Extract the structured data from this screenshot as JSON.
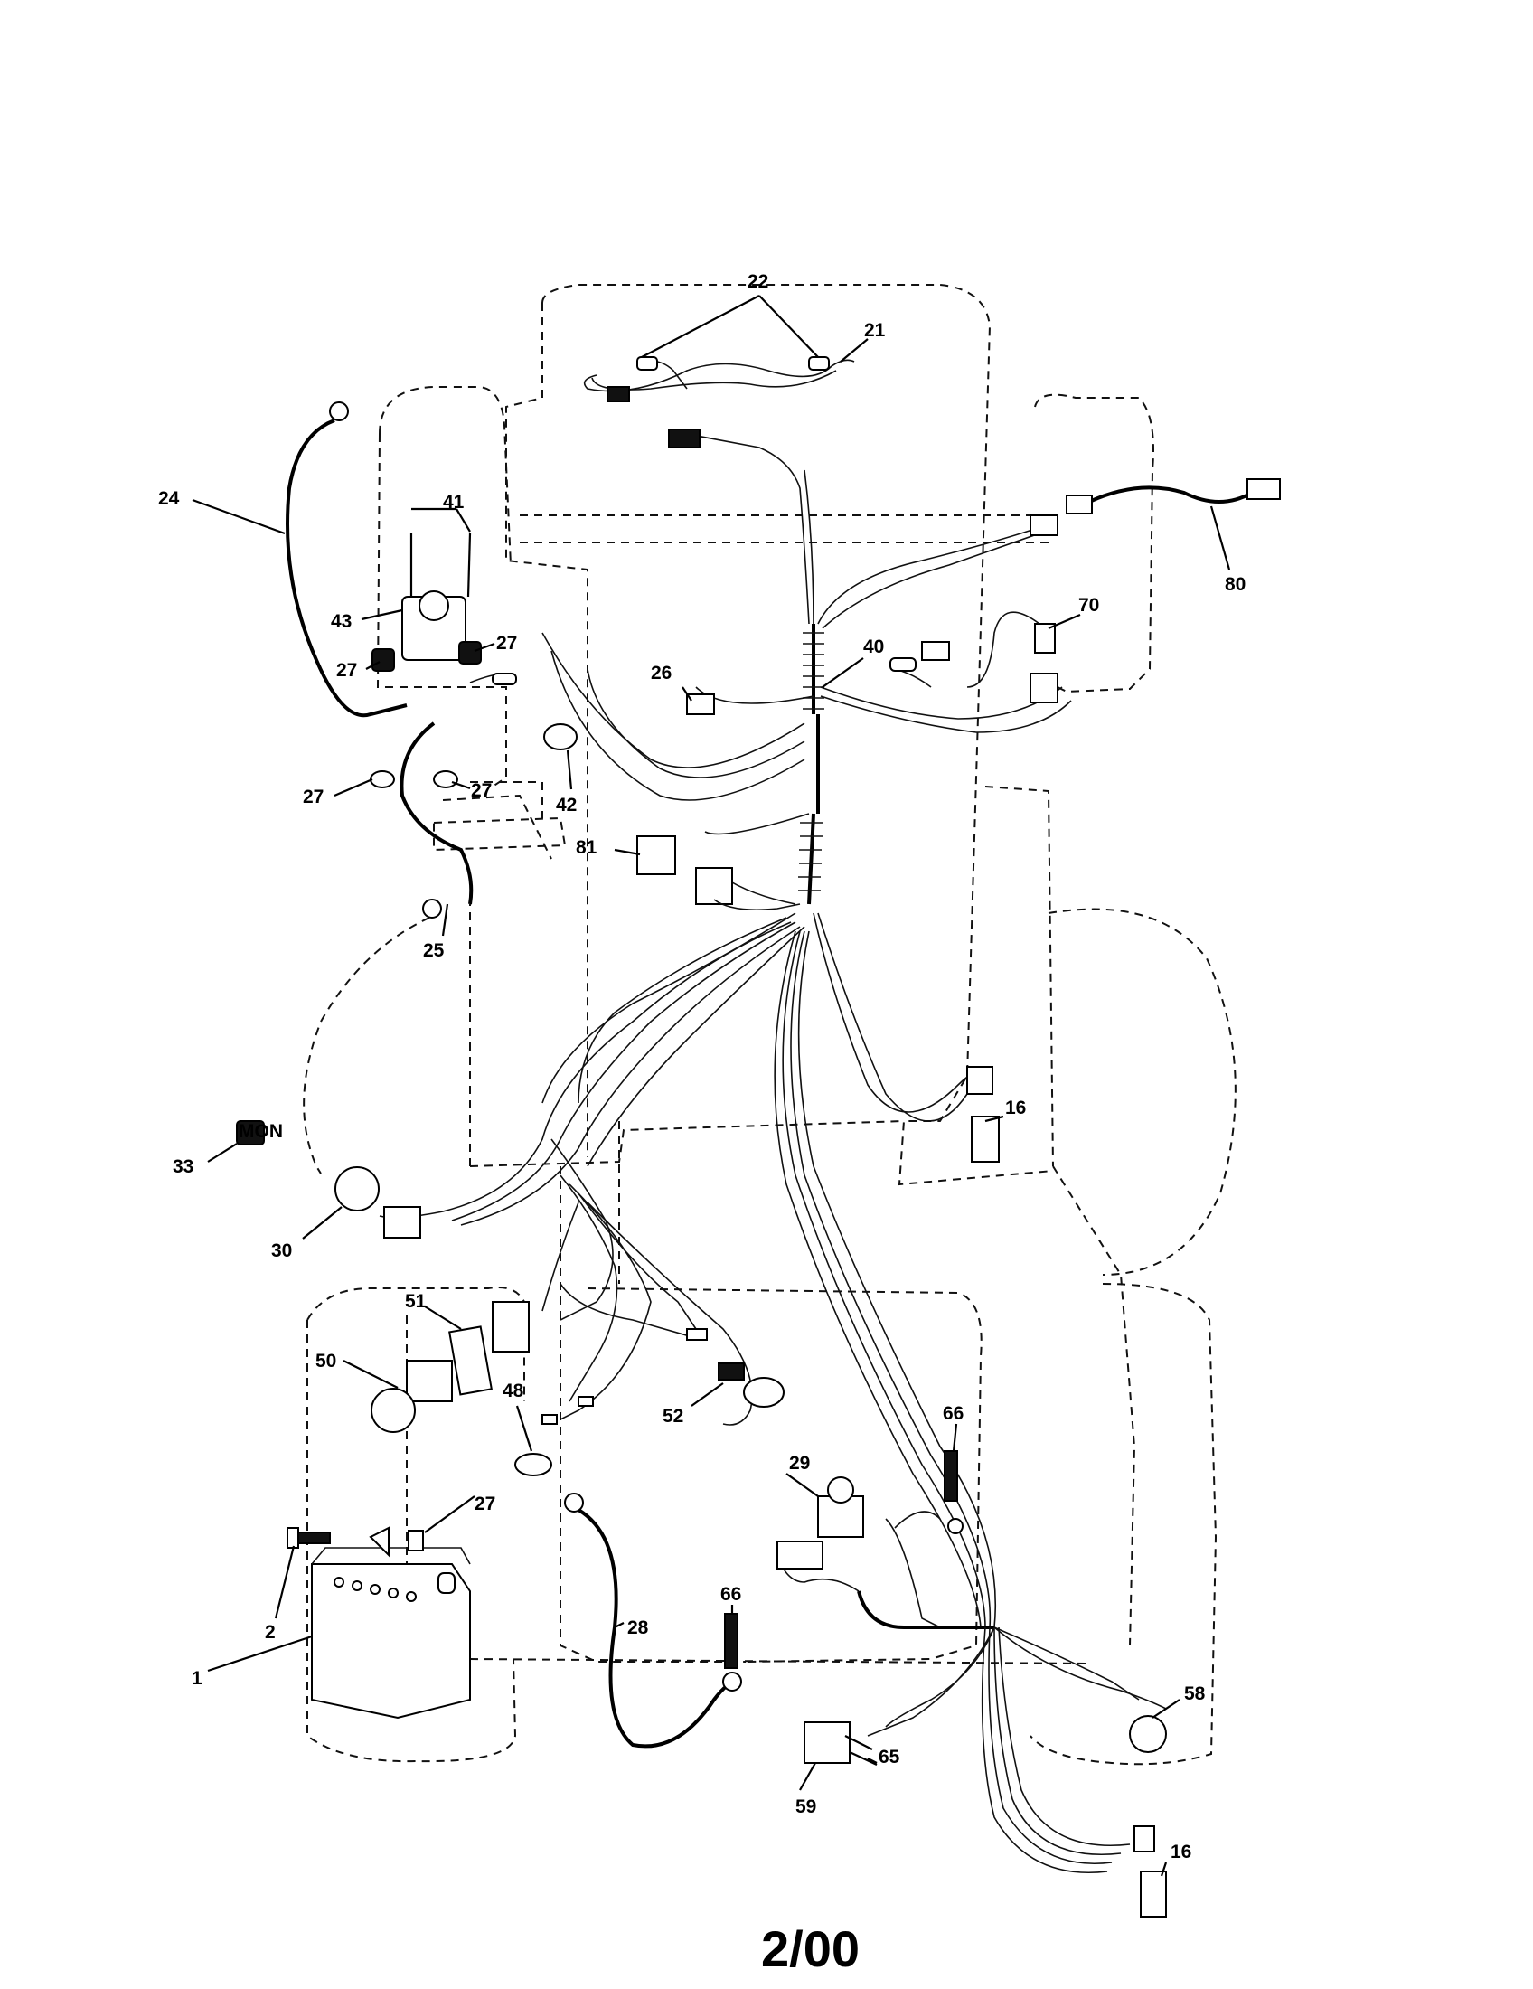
{
  "callouts": {
    "c1": "1",
    "c2": "2",
    "c16a": "16",
    "c16b": "16",
    "c21": "21",
    "c22": "22",
    "c24": "24",
    "c25": "25",
    "c26": "26",
    "c27a": "27",
    "c27b": "27",
    "c27c": "27",
    "c27d": "27",
    "c27e": "27",
    "c28": "28",
    "c29": "29",
    "c30": "30",
    "c33": "33",
    "c40": "40",
    "c41": "41",
    "c42": "42",
    "c43": "43",
    "c48": "48",
    "c50": "50",
    "c51": "51",
    "c52": "52",
    "c58": "58",
    "c59": "59",
    "c65": "65",
    "c66a": "66",
    "c66b": "66",
    "c70": "70",
    "c80": "80",
    "c81": "81"
  },
  "footer": {
    "date_code": "2/00"
  },
  "key_label": "MON"
}
